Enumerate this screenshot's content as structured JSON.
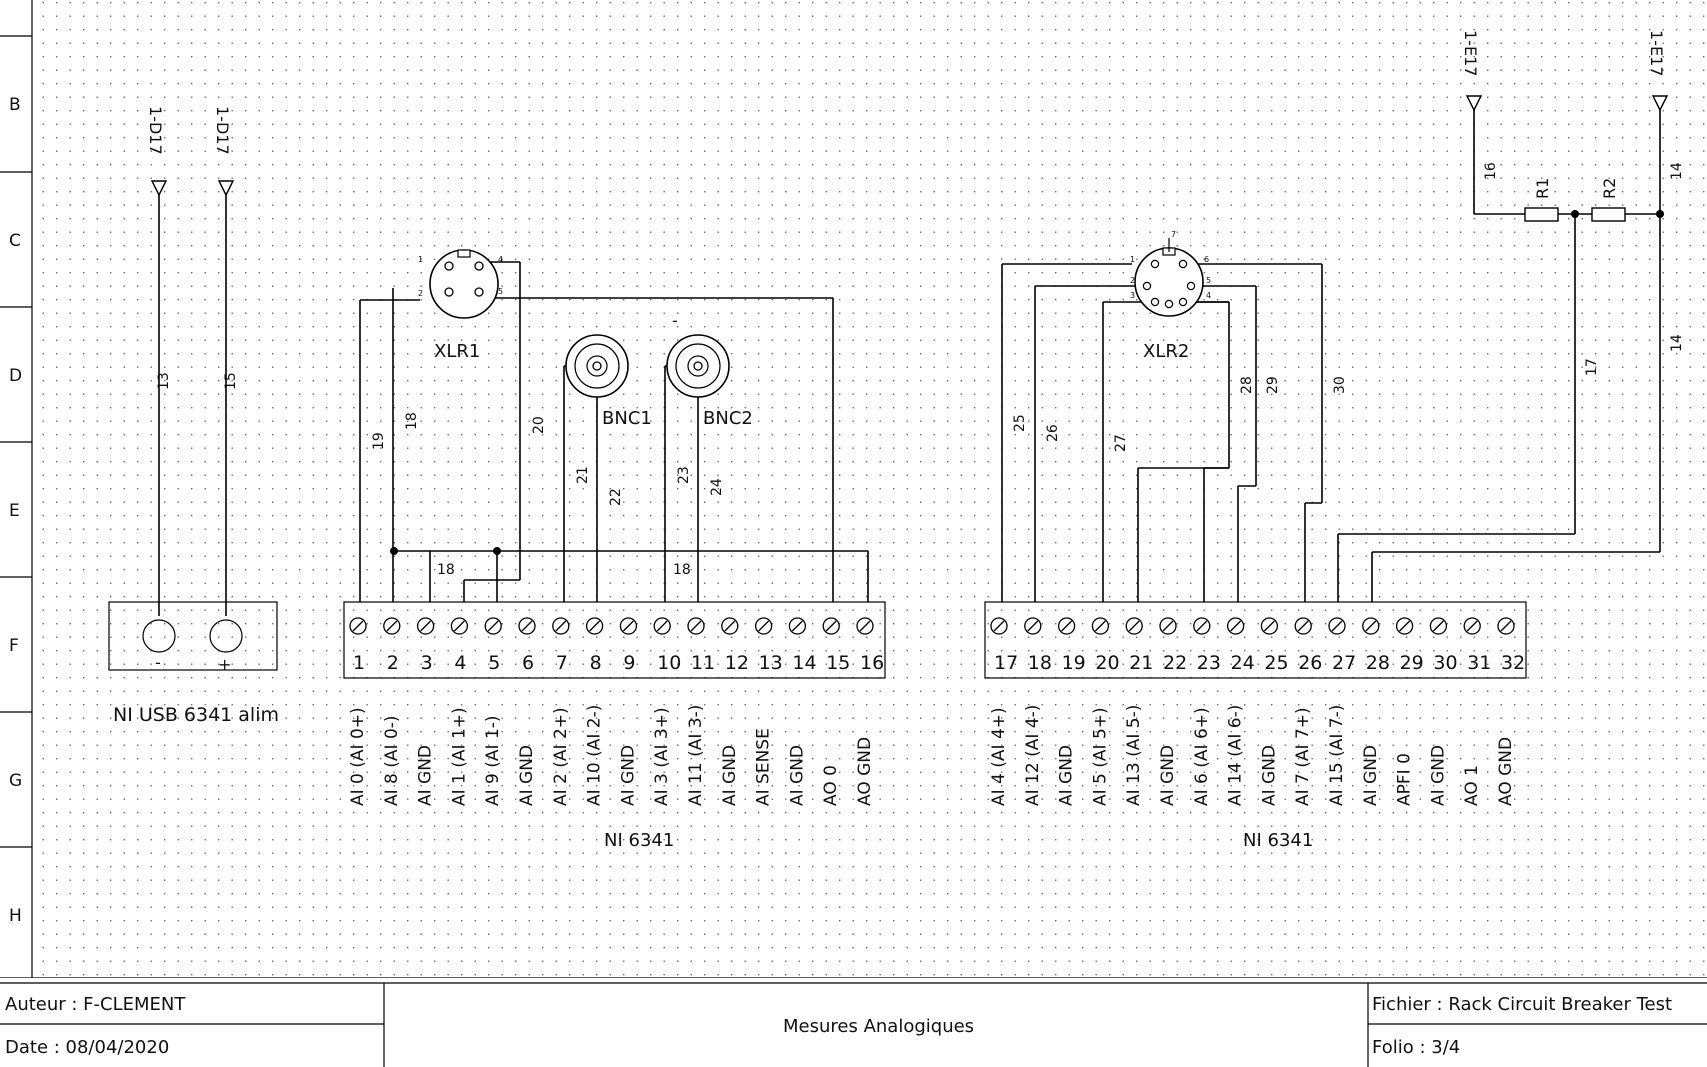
{
  "row_labels": [
    "B",
    "C",
    "D",
    "E",
    "F",
    "G",
    "H"
  ],
  "refs": {
    "d17_a": "1-D17",
    "d17_b": "1-D17",
    "e17_a": "1-E17",
    "e17_b": "1-E17"
  },
  "wire_numbers": {
    "w13": "13",
    "w15": "15",
    "w16": "16",
    "w14a": "14",
    "w14b": "14",
    "w17": "17",
    "w19": "19",
    "w18": "18",
    "w20": "20",
    "w21": "21",
    "w22": "22",
    "w23": "23",
    "w24": "24",
    "w18b": "18",
    "w18c": "18",
    "w25": "25",
    "w26": "26",
    "w27": "27",
    "w28": "28",
    "w29": "29",
    "w30": "30"
  },
  "components": {
    "xlr1": "XLR1",
    "xlr2": "XLR2",
    "bnc1": "BNC1",
    "bnc2": "BNC2",
    "r1": "R1",
    "r2": "R2",
    "bnc2_minus": "-",
    "xlr1_pins": [
      "1",
      "2",
      "4",
      "5"
    ],
    "xlr2_pins": [
      "1",
      "2",
      "3",
      "4",
      "5",
      "6",
      "7"
    ]
  },
  "power": {
    "label": "NI USB 6341 alim",
    "minus": "-",
    "plus": "+"
  },
  "terminal_block_1": {
    "label": "NI 6341",
    "numbers": [
      "1",
      "2",
      "3",
      "4",
      "5",
      "6",
      "7",
      "8",
      "9",
      "10",
      "11",
      "12",
      "13",
      "14",
      "15",
      "16"
    ],
    "signals": [
      "AI 0 (AI 0+)",
      "AI 8 (AI 0-)",
      "AI GND",
      "AI 1 (AI 1+)",
      "AI 9 (AI 1-)",
      "AI GND",
      "AI 2 (AI 2+)",
      "AI 10 (AI 2-)",
      "AI GND",
      "AI 3 (AI 3+)",
      "AI 11 (AI 3-)",
      "AI GND",
      "AI SENSE",
      "AI GND",
      "AO 0",
      "AO GND"
    ]
  },
  "terminal_block_2": {
    "label": "NI 6341",
    "numbers": [
      "17",
      "18",
      "19",
      "20",
      "21",
      "22",
      "23",
      "24",
      "25",
      "26",
      "27",
      "28",
      "29",
      "30",
      "31",
      "32"
    ],
    "signals": [
      "AI 4 (AI 4+)",
      "AI 12 (AI 4-)",
      "AI GND",
      "AI 5 (AI 5+)",
      "AI 13 (AI 5-)",
      "AI GND",
      "AI 6 (AI 6+)",
      "AI 14 (AI 6-)",
      "AI GND",
      "AI 7 (AI 7+)",
      "AI 15 (AI 7-)",
      "AI GND",
      "APFI 0",
      "AI GND",
      "AO 1",
      "AO GND"
    ]
  },
  "title_block": {
    "author": "Auteur : F-CLEMENT",
    "date": "Date : 08/04/2020",
    "title": "Mesures Analogiques",
    "file": "Fichier : Rack Circuit Breaker Test",
    "folio": "Folio : 3/4"
  }
}
